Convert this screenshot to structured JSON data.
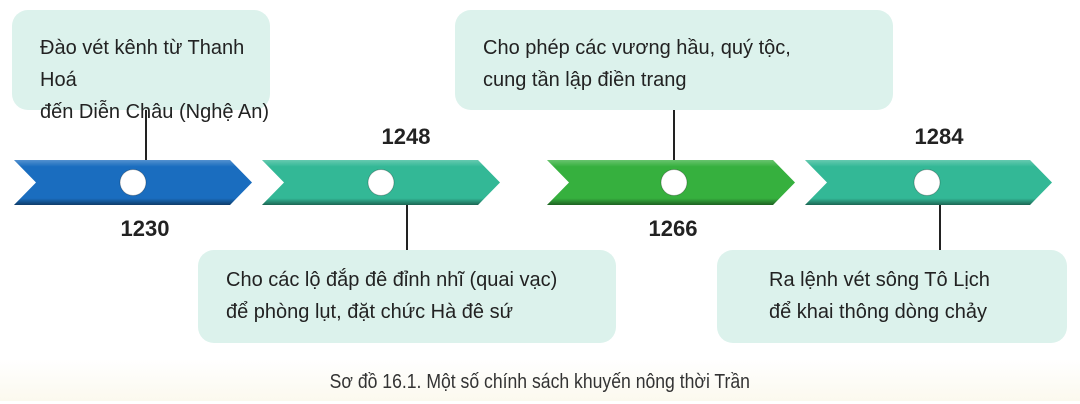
{
  "events": [
    {
      "year": "1230",
      "text_lines": [
        "Đào vét kênh từ Thanh Hoá",
        "đến Diễn Châu (Nghệ An)"
      ],
      "color": "#1a6dbf"
    },
    {
      "year": "1248",
      "text_lines": [
        "Cho các lộ đắp đê đỉnh nhĩ (quai vạc)",
        "để phòng lụt, đặt chức Hà đê sứ"
      ],
      "color": "#33b896"
    },
    {
      "year": "1266",
      "text_lines": [
        "Cho phép các vương hầu, quý tộc,",
        "cung tần lập điền trang"
      ],
      "color": "#36b03e"
    },
    {
      "year": "1284",
      "text_lines": [
        "Ra lệnh vét sông Tô Lịch",
        "để khai thông dòng chảy"
      ],
      "color": "#33b896"
    }
  ],
  "caption": "Sơ đồ 16.1. Một số chính sách khuyến nông thời Trần"
}
